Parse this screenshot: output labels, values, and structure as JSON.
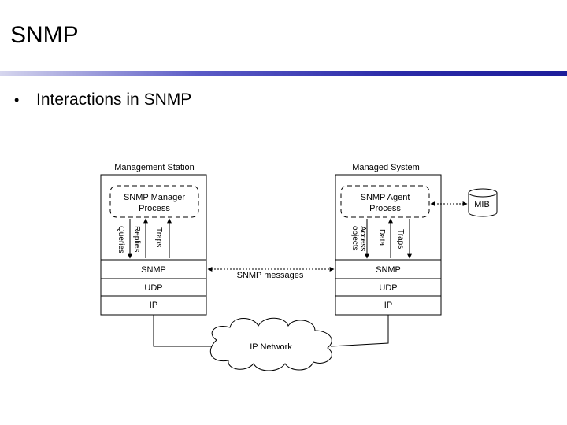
{
  "slide": {
    "title": "SNMP",
    "bullet": "Interactions in SNMP",
    "bullet_glyph": "•"
  },
  "diagram": {
    "manager": {
      "station_label": "Management Station",
      "process_line1": "SNMP Manager",
      "process_line2": "Process",
      "arrows": [
        "Queries",
        "Replies",
        "Traps"
      ],
      "layers": [
        "SNMP",
        "UDP",
        "IP"
      ]
    },
    "agent": {
      "system_label": "Managed System",
      "process_line1": "SNMP Agent",
      "process_line2": "Process",
      "arrows": [
        "Access objects",
        "Data",
        "Traps"
      ],
      "arrow_lines": {
        "access": [
          "Access",
          "objects"
        ]
      },
      "layers": [
        "SNMP",
        "UDP",
        "IP"
      ]
    },
    "mib_label": "MIB",
    "messages_label": "SNMP messages",
    "network_label": "IP Network"
  }
}
